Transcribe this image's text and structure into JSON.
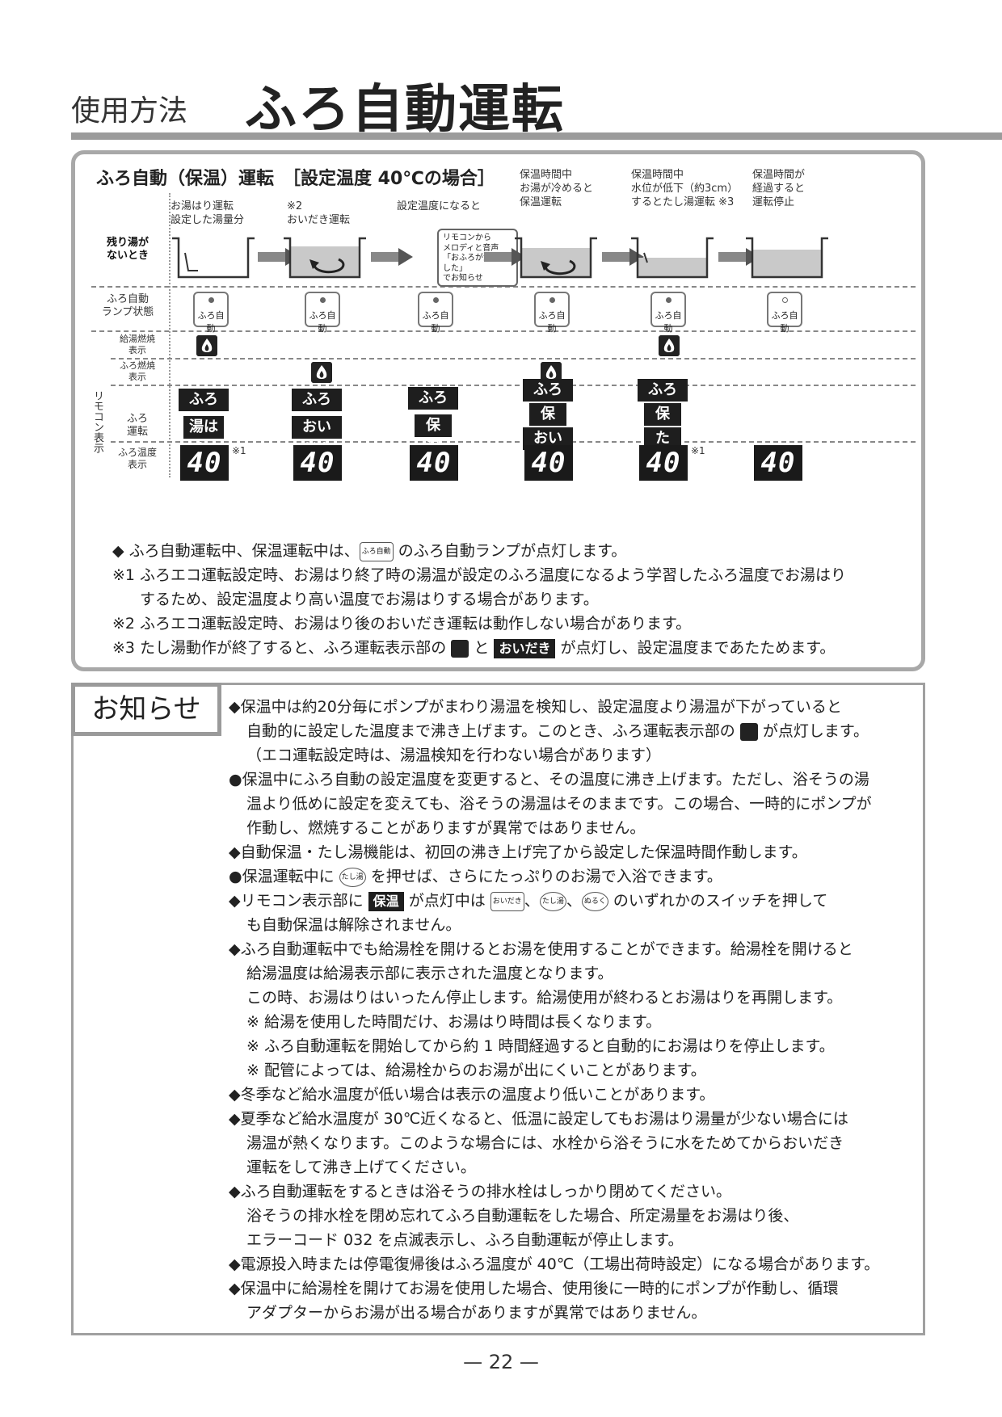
{
  "header": {
    "sub": "使用方法",
    "main": "ふろ自動運転"
  },
  "panel": {
    "title": "ふろ自動（保温）運転　［設定温度 40℃の場合］",
    "row_labels": {
      "no_water": [
        "残り湯が",
        "ないとき"
      ],
      "lamp": [
        "ふろ自動",
        "ランプ状態"
      ],
      "kyutou": [
        "給湯燃焼",
        "表示"
      ],
      "furo_burn": [
        "ふろ燃焼",
        "表示"
      ],
      "furo_run": [
        "ふろ",
        "運転"
      ],
      "furo_temp": [
        "ふろ温度",
        "表示"
      ],
      "remote": "リモコン表示"
    },
    "stages": [
      {
        "caption": [
          "お湯はり運転",
          "設定した湯量分"
        ],
        "lamp": "ふろ自動",
        "lamp_on": true,
        "kyutou": true,
        "furo_burn": false,
        "badges": [
          "ふろ自動",
          "湯はり"
        ],
        "temp": "40",
        "note": "※1"
      },
      {
        "caption": [
          "※2",
          "おいだき運転"
        ],
        "lamp": "ふろ自動",
        "lamp_on": true,
        "kyutou": false,
        "furo_burn": true,
        "badges": [
          "ふろ自動",
          "おいだき"
        ],
        "temp": "40",
        "note": ""
      },
      {
        "caption": [
          "",
          "設定温度になると"
        ],
        "lamp": "ふろ自動",
        "lamp_on": true,
        "kyutou": false,
        "furo_burn": false,
        "badges": [
          "ふろ自動",
          "保温"
        ],
        "temp": "40",
        "note": ""
      },
      {
        "caption": [
          "保温時間中",
          "お湯が冷めると",
          "保温運転"
        ],
        "lamp": "ふろ自動",
        "lamp_on": true,
        "kyutou": false,
        "furo_burn": true,
        "badges": [
          "ふろ自動",
          "保温",
          "おいだき"
        ],
        "temp": "40",
        "note": ""
      },
      {
        "caption": [
          "保温時間中",
          "水位が低下（約3cm）",
          "するとたし湯運転 ※3"
        ],
        "lamp": "ふろ自動",
        "lamp_on": true,
        "kyutou": true,
        "furo_burn": false,
        "badges": [
          "ふろ自動",
          "保温",
          "たし湯"
        ],
        "temp": "40",
        "note": "※1"
      },
      {
        "caption": [
          "保温時間が",
          "経過すると",
          "運転停止"
        ],
        "lamp": "ふろ自動",
        "lamp_on": false,
        "kyutou": false,
        "furo_burn": false,
        "badges": [],
        "temp": "40",
        "note": ""
      }
    ],
    "remote_box": [
      "リモコンから",
      "メロディと音声",
      "「おふろが沸きました」",
      "でお知らせ"
    ],
    "notes": {
      "n0_a": "◆ ふろ自動運転中、保温運転中は、",
      "n0_btn": "ふろ自動",
      "n0_b": " のふろ自動ランプが点灯します。",
      "n1": "※1 ふろエコ運転設定時、お湯はり終了時の湯温が設定のふろ温度になるよう学習したふろ温度でお湯はり",
      "n1b": "するため、設定温度より高い温度でお湯はりする場合があります。",
      "n2": "※2 ふろエコ運転設定時、お湯はり後のおいだき運転は動作しない場合があります。",
      "n3_a": "※3 たし湯動作が終了すると、ふろ運転表示部の ",
      "n3_b": " と ",
      "n3_badge": "おいだき",
      "n3_c": " が点灯し、設定温度まであたためます。"
    }
  },
  "info": {
    "tag": "お知らせ",
    "lines": [
      "◆保温中は約20分毎にポンプがまわり湯温を検知し、設定温度より湯温が下がっていると",
      "自動的に設定した温度まで沸き上げます。このとき、ふろ運転表示部の",
      "が点灯します。",
      "（エコ運転設定時は、湯温検知を行わない場合があります）",
      "●保温中にふろ自動の設定温度を変更すると、その温度に沸き上げます。ただし、浴そうの湯",
      "温より低めに設定を変えても、浴そうの湯温はそのままです。この場合、一時的にポンプが",
      "作動し、燃焼することがありますが異常ではありません。",
      "◆自動保温・たし湯機能は、初回の沸き上げ完了から設定した保温時間作動します。",
      "●保温運転中に",
      "を押せば、さらにたっぷりのお湯で入浴できます。",
      "◆リモコン表示部に",
      "保温",
      "が点灯中は",
      "、",
      "、",
      "のいずれかのスイッチを押して",
      "も自動保温は解除されません。",
      "◆ふろ自動運転中でも給湯栓を開けるとお湯を使用することができます。給湯栓を開けると",
      "給湯温度は給湯表示部に表示された温度となります。",
      "この時、お湯はりはいったん停止します。給湯使用が終わるとお湯はりを再開します。",
      "※ 給湯を使用した時間だけ、お湯はり時間は長くなります。",
      "※ ふろ自動運転を開始してから約 1 時間経過すると自動的にお湯はりを停止します。",
      "※ 配管によっては、給湯栓からのお湯が出にくいことがあります。",
      "◆冬季など給水温度が低い場合は表示の温度より低いことがあります。",
      "◆夏季など給水温度が 30℃近くなると、低温に設定してもお湯はり湯量が少ない場合には",
      "湯温が熱くなります。このような場合には、水栓から浴そうに水をためてからおいだき",
      "運転をして沸き上げてください。",
      "◆ふろ自動運転をするときは浴そうの排水栓はしっかり閉めてください。",
      "浴そうの排水栓を閉め忘れてふろ自動運転をした場合、所定湯量をお湯はり後、",
      "エラーコード 032 を点滅表示し、ふろ自動運転が停止します。",
      "◆電源投入時または停電復帰後はふろ温度が 40℃（工場出荷時設定）になる場合があります。",
      "◆保温中に給湯栓を開けてお湯を使用した場合、使用後に一時的にポンプが作動し、循環",
      "アダプターからお湯が出る場合がありますが異常ではありません。"
    ],
    "buttons": {
      "tashiyu": "たし湯",
      "oidaki": "おいだき",
      "nuruku": "ぬるく"
    }
  },
  "page_number": "— 22 —"
}
